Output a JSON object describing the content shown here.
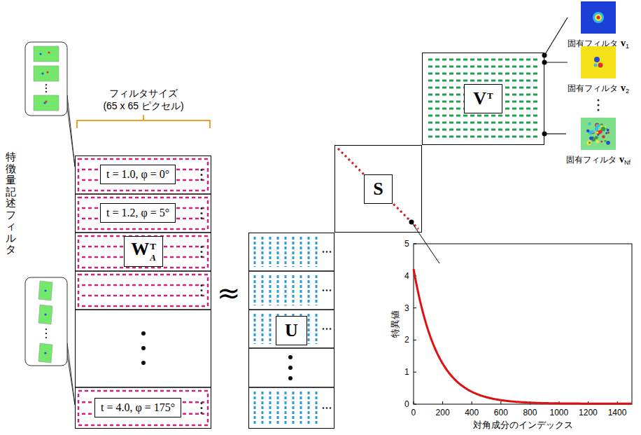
{
  "diagram": {
    "nodes": [
      {
        "text": [
          "フィルタサイズ (65 x 65 ピクセル)"
        ]
      },
      {
        "text": [
          "t = 1.0, φ = 0°"
        ],
        "in": 0
      },
      {
        "text": [
          "t = 1.2, φ = 5°"
        ],
        "in": 0
      },
      {
        "text": [
          "W",
          "A",
          "T"
        ],
        "in": 0
      },
      {
        "text": [
          "t = 4.0, φ = 175°"
        ],
        "in": 0
      },
      {
        "text": [
          "U"
        ]
      },
      {
        "text": [
          "S"
        ]
      },
      {
        "text": [
          "V",
          "T"
        ]
      },
      {
        "text": [
          "固有フィルタ",
          "v",
          "1"
        ]
      },
      {
        "text": [
          "固有フィルタ",
          "v",
          "2"
        ]
      },
      {
        "text": [
          "固有フィルタ",
          "v",
          "Nf"
        ]
      }
    ],
    "edges": [
      {
        "from": 7,
        "to": 8,
        "arrow": "none"
      },
      {
        "from": 7,
        "to": 9,
        "arrow": "none"
      },
      {
        "from": 7,
        "to": 10,
        "arrow": "none"
      }
    ],
    "labels": [
      "特徴量記述フィルタ",
      "≈",
      "5",
      "4",
      "3",
      "2",
      "1",
      "0",
      "特異値",
      "0",
      "200",
      "400",
      "600",
      "800",
      "1000",
      "1200",
      "1400",
      "対角成分のインデックス"
    ]
  }
}
